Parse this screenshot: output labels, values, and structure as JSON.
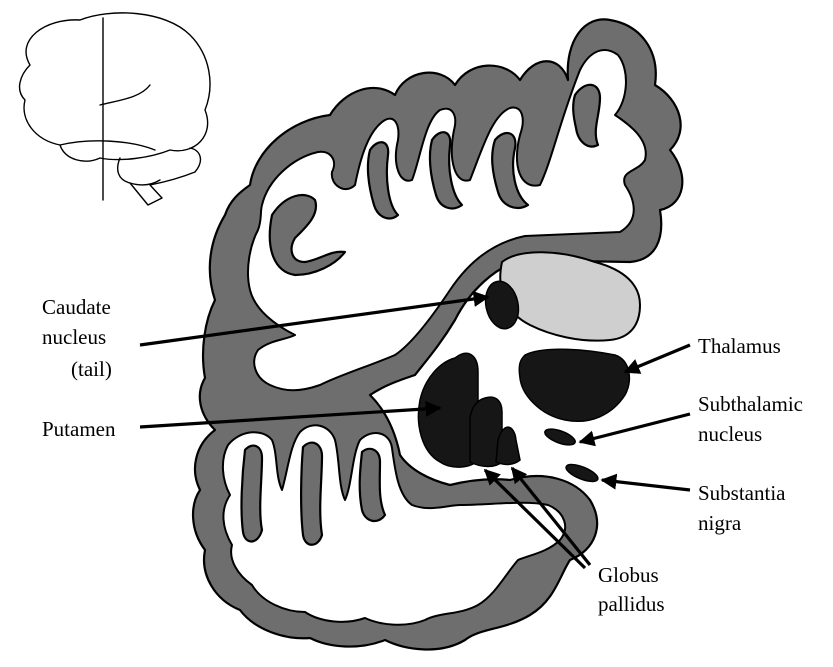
{
  "labels": {
    "caudate": [
      "Caudate",
      "nucleus",
      "(tail)"
    ],
    "putamen": "Putamen",
    "thalamus": "Thalamus",
    "subthalamic": [
      "Subthalamic",
      "nucleus"
    ],
    "substantia": [
      "Substantia",
      "nigra"
    ],
    "globus": [
      "Globus",
      "pallidus"
    ]
  },
  "colors": {
    "cortex": "#6e6e6e",
    "nuclei": "#161616",
    "thalamus_upper": "#cfcfcf",
    "white_matter": "#ffffff"
  }
}
